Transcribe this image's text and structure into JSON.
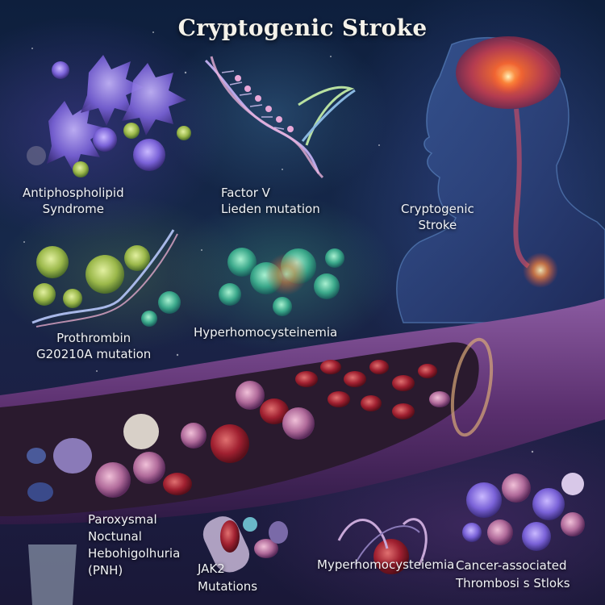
{
  "title": "Cryptogenic Stroke",
  "labels": {
    "antiphospholipid": {
      "line1": "Antiphospholipid",
      "line2": "Syndrome"
    },
    "factor_v": {
      "line1": "Factor V",
      "line2": "Lieden mutation"
    },
    "cryptogenic_stroke": {
      "line1": "Cryptogenic",
      "line2": "Stroke"
    },
    "prothrombin": {
      "line1": "Prothrombin",
      "line2": "G20210A mutation"
    },
    "hyperhomocysteinemia": {
      "line1": "Hyperhomocysteinemia"
    },
    "pnh": {
      "line1": "Paroxysmal",
      "line2": "Noctunal",
      "line3": "Hebohigolhuria",
      "line4": "(PNH)"
    },
    "jak2": {
      "line1": "JAK2",
      "line2": "Mutations"
    },
    "myperhomocysteiemia": {
      "line1": "Myperhomocysteiemia"
    },
    "cancer": {
      "line1": "Cancer-associated",
      "line2": "Thrombosi s Stloks"
    }
  },
  "colors": {
    "background": "#0e1f3d",
    "vessel": "#6b3a7a",
    "clot": "#8e1a2a",
    "brain_glow": "#ff5a2a",
    "text": "#f0f2f5"
  }
}
